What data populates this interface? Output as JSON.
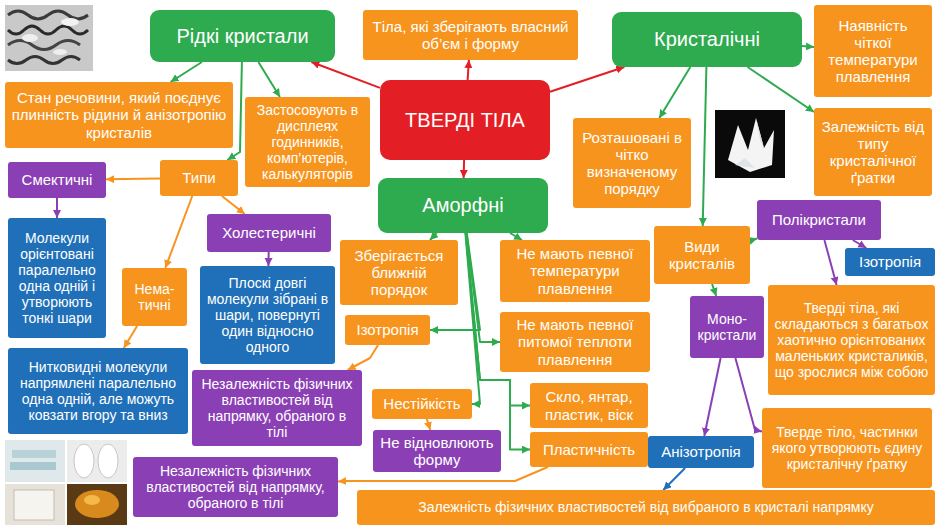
{
  "diagram": {
    "nodes": [
      {
        "text": [
          "ТВЕРДІ ТІЛА"
        ]
      },
      {
        "text": [
          "Тіла, які зберігають власний об’єм і форму"
        ]
      },
      {
        "text": [
          "Рідкі кристали"
        ]
      },
      {
        "text": [
          "Кристалічні"
        ]
      },
      {
        "text": [
          "Наявність чіткої температури плавлення"
        ]
      },
      {
        "text": [
          "Стан речовини, який поєднує плинність рідини й анізотропію кристалів"
        ]
      },
      {
        "text": [
          "Застосовують в дисплеях годинників, комп’ютерів, калькуляторів"
        ]
      },
      {
        "text": [
          "Розташовані в чітко визначеному порядку"
        ]
      },
      {
        "text": [
          "Залежність від типу кристалічної ґратки"
        ]
      },
      {
        "text": [
          "Типи"
        ]
      },
      {
        "text": [
          "Аморфні"
        ]
      },
      {
        "text": [
          "Смектичні"
        ]
      },
      {
        "text": [
          "Холестеричні"
        ]
      },
      {
        "text": [
          "Види кристалів"
        ]
      },
      {
        "text": [
          "Полікристали"
        ]
      },
      {
        "text": [
          "Молекули орієнтовані паралельно одна одній і утворюють тонкі шари"
        ]
      },
      {
        "text": [
          "Нема- тичні"
        ]
      },
      {
        "text": [
          "Зберігається ближній порядок"
        ]
      },
      {
        "text": [
          "Не мають певної температури плавлення"
        ]
      },
      {
        "text": [
          "Ізотропія"
        ]
      },
      {
        "text": [
          "Плоскі довгі молекули зібрані в шари, повернуті один відносно одного"
        ]
      },
      {
        "text": [
          "Ізотропія"
        ]
      },
      {
        "text": [
          "Не мають певної питомої теплоти плавлення"
        ]
      },
      {
        "text": [
          "Моно- кристали"
        ]
      },
      {
        "text": [
          "Тверді тіла, які складаються з багатьох хаотично орієнтованих маленьких кристаликів, що зрослися між собою"
        ]
      },
      {
        "text": [
          "Нитковидні молекули напрямлені паралельно одна одній, але можуть ковзати вгору та вниз"
        ]
      },
      {
        "text": [
          "Незалежність фізичних властивостей від напрямку, обраного в тілі"
        ]
      },
      {
        "text": [
          "Скло, янтар, пластик, віск"
        ]
      },
      {
        "text": [
          "Нестійкість"
        ]
      },
      {
        "text": [
          "Не відновлюють форму"
        ]
      },
      {
        "text": [
          "Пластичність"
        ]
      },
      {
        "text": [
          "Анізотропія"
        ]
      },
      {
        "text": [
          "Тверде тіло, частинки якого утворюють єдину кристалічну ґратку"
        ]
      },
      {
        "text": [
          "Незалежність фізичних властивостей від напрямку, обраного в тілі"
        ]
      },
      {
        "text": [
          "Залежність фізичних властивостей від вибраного в кристалі напрямку"
        ]
      }
    ],
    "edges": [
      {
        "from": 0,
        "to": 1,
        "arrow": "to"
      },
      {
        "from": 0,
        "to": 2,
        "arrow": "to"
      },
      {
        "from": 0,
        "to": 3,
        "arrow": "to"
      },
      {
        "from": 0,
        "to": 10,
        "arrow": "to"
      },
      {
        "from": 2,
        "to": 5,
        "arrow": "to"
      },
      {
        "from": 2,
        "to": 6,
        "arrow": "to"
      },
      {
        "from": 2,
        "to": 9,
        "arrow": "to"
      },
      {
        "from": 9,
        "to": 11,
        "arrow": "to"
      },
      {
        "from": 9,
        "to": 12,
        "arrow": "to"
      },
      {
        "from": 9,
        "to": 16,
        "arrow": "to"
      },
      {
        "from": 11,
        "to": 15,
        "arrow": "to"
      },
      {
        "from": 12,
        "to": 20,
        "arrow": "to"
      },
      {
        "from": 16,
        "to": 25,
        "arrow": "to"
      },
      {
        "from": 3,
        "to": 4,
        "arrow": "to"
      },
      {
        "from": 3,
        "to": 7,
        "arrow": "to"
      },
      {
        "from": 3,
        "to": 8,
        "arrow": "to"
      },
      {
        "from": 3,
        "to": 13,
        "arrow": "to"
      },
      {
        "from": 13,
        "to": 14,
        "arrow": "to"
      },
      {
        "from": 13,
        "to": 23,
        "arrow": "to"
      },
      {
        "from": 14,
        "to": 19,
        "arrow": "to"
      },
      {
        "from": 14,
        "to": 24,
        "arrow": "to"
      },
      {
        "from": 23,
        "to": 32,
        "arrow": "to"
      },
      {
        "from": 23,
        "to": 31,
        "arrow": "to"
      },
      {
        "from": 31,
        "to": 34,
        "arrow": "to"
      },
      {
        "from": 10,
        "to": 17,
        "arrow": "to"
      },
      {
        "from": 10,
        "to": 18,
        "arrow": "to"
      },
      {
        "from": 10,
        "to": 21,
        "arrow": "to"
      },
      {
        "from": 10,
        "to": 22,
        "arrow": "to"
      },
      {
        "from": 10,
        "to": 28,
        "arrow": "to"
      },
      {
        "from": 10,
        "to": 27,
        "arrow": "to"
      },
      {
        "from": 10,
        "to": 30,
        "arrow": "to"
      },
      {
        "from": 21,
        "to": 26,
        "arrow": "to"
      },
      {
        "from": 28,
        "to": 29,
        "arrow": "to"
      },
      {
        "from": 30,
        "to": 33,
        "arrow": "to"
      }
    ]
  }
}
